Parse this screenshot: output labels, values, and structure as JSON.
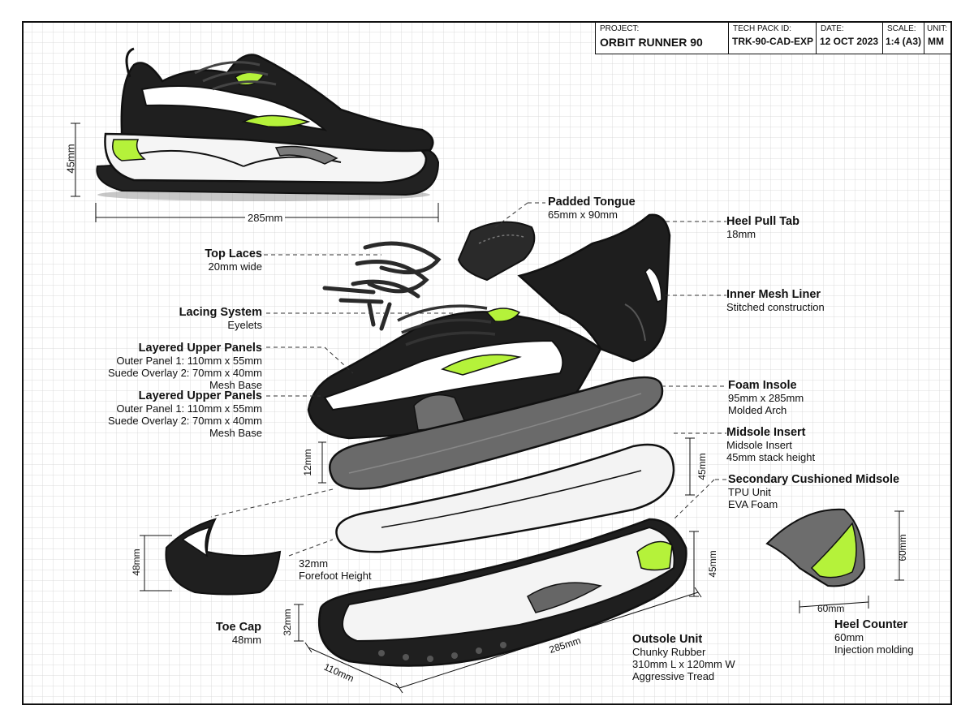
{
  "title_block": {
    "project_caption": "PROJECT:",
    "project": "ORBIT RUNNER 90",
    "tech_pack_caption": "TECH PACK ID:",
    "tech_pack": "TRK-90-CAD-EXP",
    "date_caption": "DATE:",
    "date": "12 OCT 2023",
    "scale_caption": "SCALE:",
    "scale": "1:4 (A3)",
    "unit_caption": "UNIT:",
    "unit": "MM"
  },
  "assembled_view": {
    "height_dim": "45mm",
    "length_dim": "285mm"
  },
  "callouts": {
    "padded_tongue": {
      "title": "Padded Tongue",
      "lines": [
        "65mm x 90mm"
      ]
    },
    "heel_pull_tab": {
      "title": "Heel Pull Tab",
      "lines": [
        "18mm"
      ]
    },
    "top_laces": {
      "title": "Top Laces",
      "lines": [
        "20mm wide"
      ]
    },
    "inner_mesh_liner": {
      "title": "Inner Mesh Liner",
      "lines": [
        "Stitched construction"
      ]
    },
    "lacing_system": {
      "title": "Lacing System",
      "lines": [
        "Eyelets"
      ]
    },
    "upper_panels_1": {
      "title": "Layered Upper Panels",
      "lines": [
        "Outer Panel 1: 110mm x 55mm",
        "Suede Overlay 2: 70mm x 40mm",
        "Mesh Base"
      ]
    },
    "upper_panels_2": {
      "title": "Layered Upper Panels",
      "lines": [
        "Outer Panel 1: 110mm x 55mm",
        "Suede Overlay 2: 70mm x 40mm",
        "Mesh Base"
      ]
    },
    "foam_insole": {
      "title": "Foam Insole",
      "lines": [
        "95mm x 285mm",
        "Molded Arch"
      ]
    },
    "midsole_insert": {
      "title": "Midsole Insert",
      "lines": [
        "Midsole Insert",
        "45mm stack height"
      ]
    },
    "secondary_midsole": {
      "title": "Secondary Cushioned Midsole",
      "lines": [
        "TPU Unit",
        "EVA Foam"
      ]
    },
    "forefoot": {
      "title": "",
      "lines": [
        "32mm",
        "Forefoot Height"
      ]
    },
    "toe_cap": {
      "title": "Toe Cap",
      "lines": [
        "48mm"
      ]
    },
    "outsole": {
      "title": "Outsole Unit",
      "lines": [
        "Chunky Rubber",
        "310mm L x 120mm W",
        "Aggressive Tread"
      ]
    },
    "heel_counter": {
      "title": "Heel Counter",
      "lines": [
        "60mm",
        "Injection molding"
      ]
    }
  },
  "dimensions": {
    "insole_thickness": "12mm",
    "midsole_height": "45mm",
    "outsole_height": "45mm",
    "toe_cap_height": "48mm",
    "outsole_front_height": "32mm",
    "outsole_width": "110mm",
    "outsole_length": "285mm",
    "heel_counter_height": "60mm",
    "heel_counter_width": "60mm"
  },
  "colors": {
    "accent": "#b5f23a",
    "dark": "#1c1c1c",
    "grey": "#7b7b7b",
    "grid": "#d4d4d4"
  }
}
